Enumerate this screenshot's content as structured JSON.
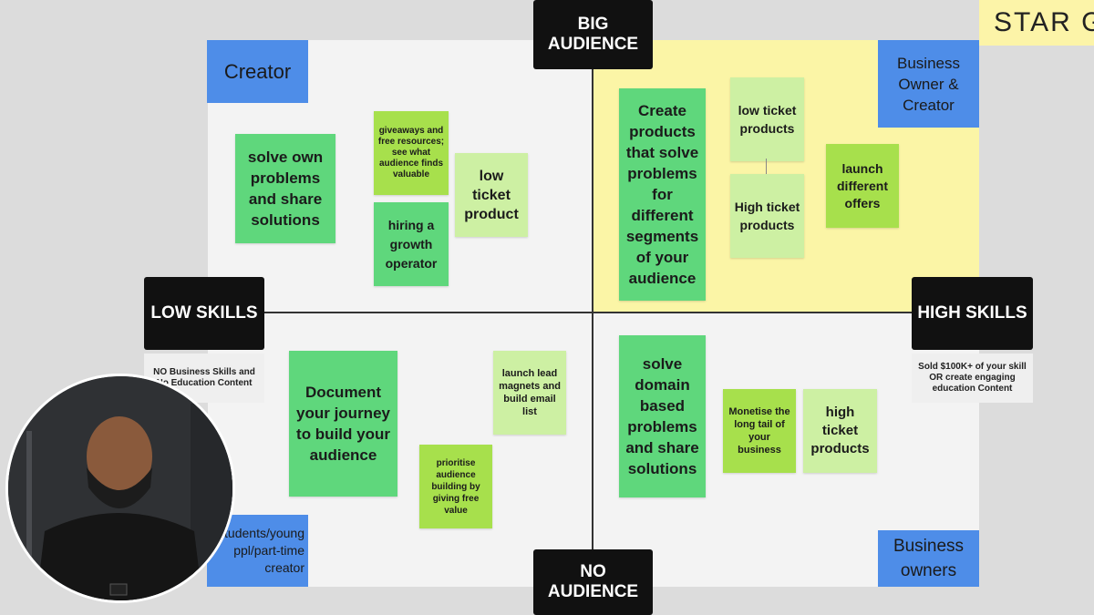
{
  "star_card": "STAR G",
  "axes": {
    "top": "BIG\nAUDIENCE",
    "bottom": "NO\nAUDIENCE",
    "left": "LOW SKILLS",
    "right": "HIGH SKILLS",
    "left_note": "NO Business Skills and No Education Content",
    "right_note": "Sold $100K+ of your skill OR create engaging education Content"
  },
  "quadrant_labels": {
    "top_left": "Creator",
    "top_right": "Business Owner & Creator",
    "bottom_left": "Students/young ppl/part-time creator",
    "bottom_right": "Business owners"
  },
  "notes": {
    "tl_main": "solve own problems and share solutions",
    "tl_giveaways": "giveaways and free resources; see what audience finds valuable",
    "tl_growth": "hiring a growth operator",
    "tl_low_ticket": "low ticket product",
    "tr_main": "Create products that solve problems for different segments of your audience",
    "tr_low_ticket": "low ticket products",
    "tr_high_ticket": "High ticket products",
    "tr_launch": "launch different offers",
    "bl_main": "Document your journey to build your audience",
    "bl_lead": "launch lead magnets and build email list",
    "bl_prioritise": "prioritise audience building by giving free value",
    "br_main": "solve domain based problems and share solutions",
    "br_monetise": "Monetise the long tail of your business",
    "br_high_ticket": "high ticket products"
  },
  "colors": {
    "sticky_green": "#5fd77c",
    "sticky_lime": "#a7e04c",
    "sticky_pale": "#cdf0a3",
    "label_blue": "#4e8de8",
    "highlight_yellow": "#fbf5a6"
  }
}
